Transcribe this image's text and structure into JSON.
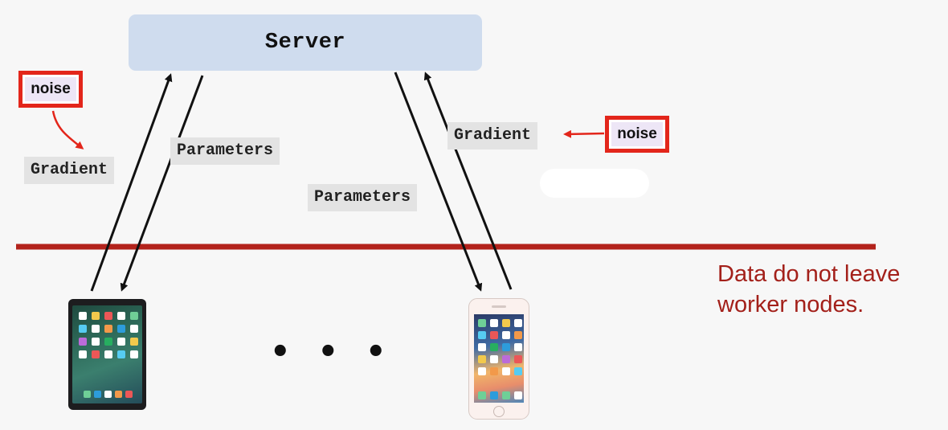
{
  "server": {
    "label": "Server"
  },
  "labels": {
    "gradient_left": "Gradient",
    "parameters_left": "Parameters",
    "gradient_right": "Gradient",
    "parameters_right": "Parameters"
  },
  "noise": {
    "left": "noise",
    "right": "noise"
  },
  "boundary_note": "Data do not leave worker nodes.",
  "ellipsis": "• • •",
  "colors": {
    "server_fill": "#cfdcee",
    "boundary_line": "#b3231c",
    "noise_border": "#e3261b",
    "note_text": "#a3201a",
    "tag_fill": "#e3e3e3"
  },
  "devices": {
    "left": "tablet-icon",
    "right": "smartphone-icon"
  }
}
